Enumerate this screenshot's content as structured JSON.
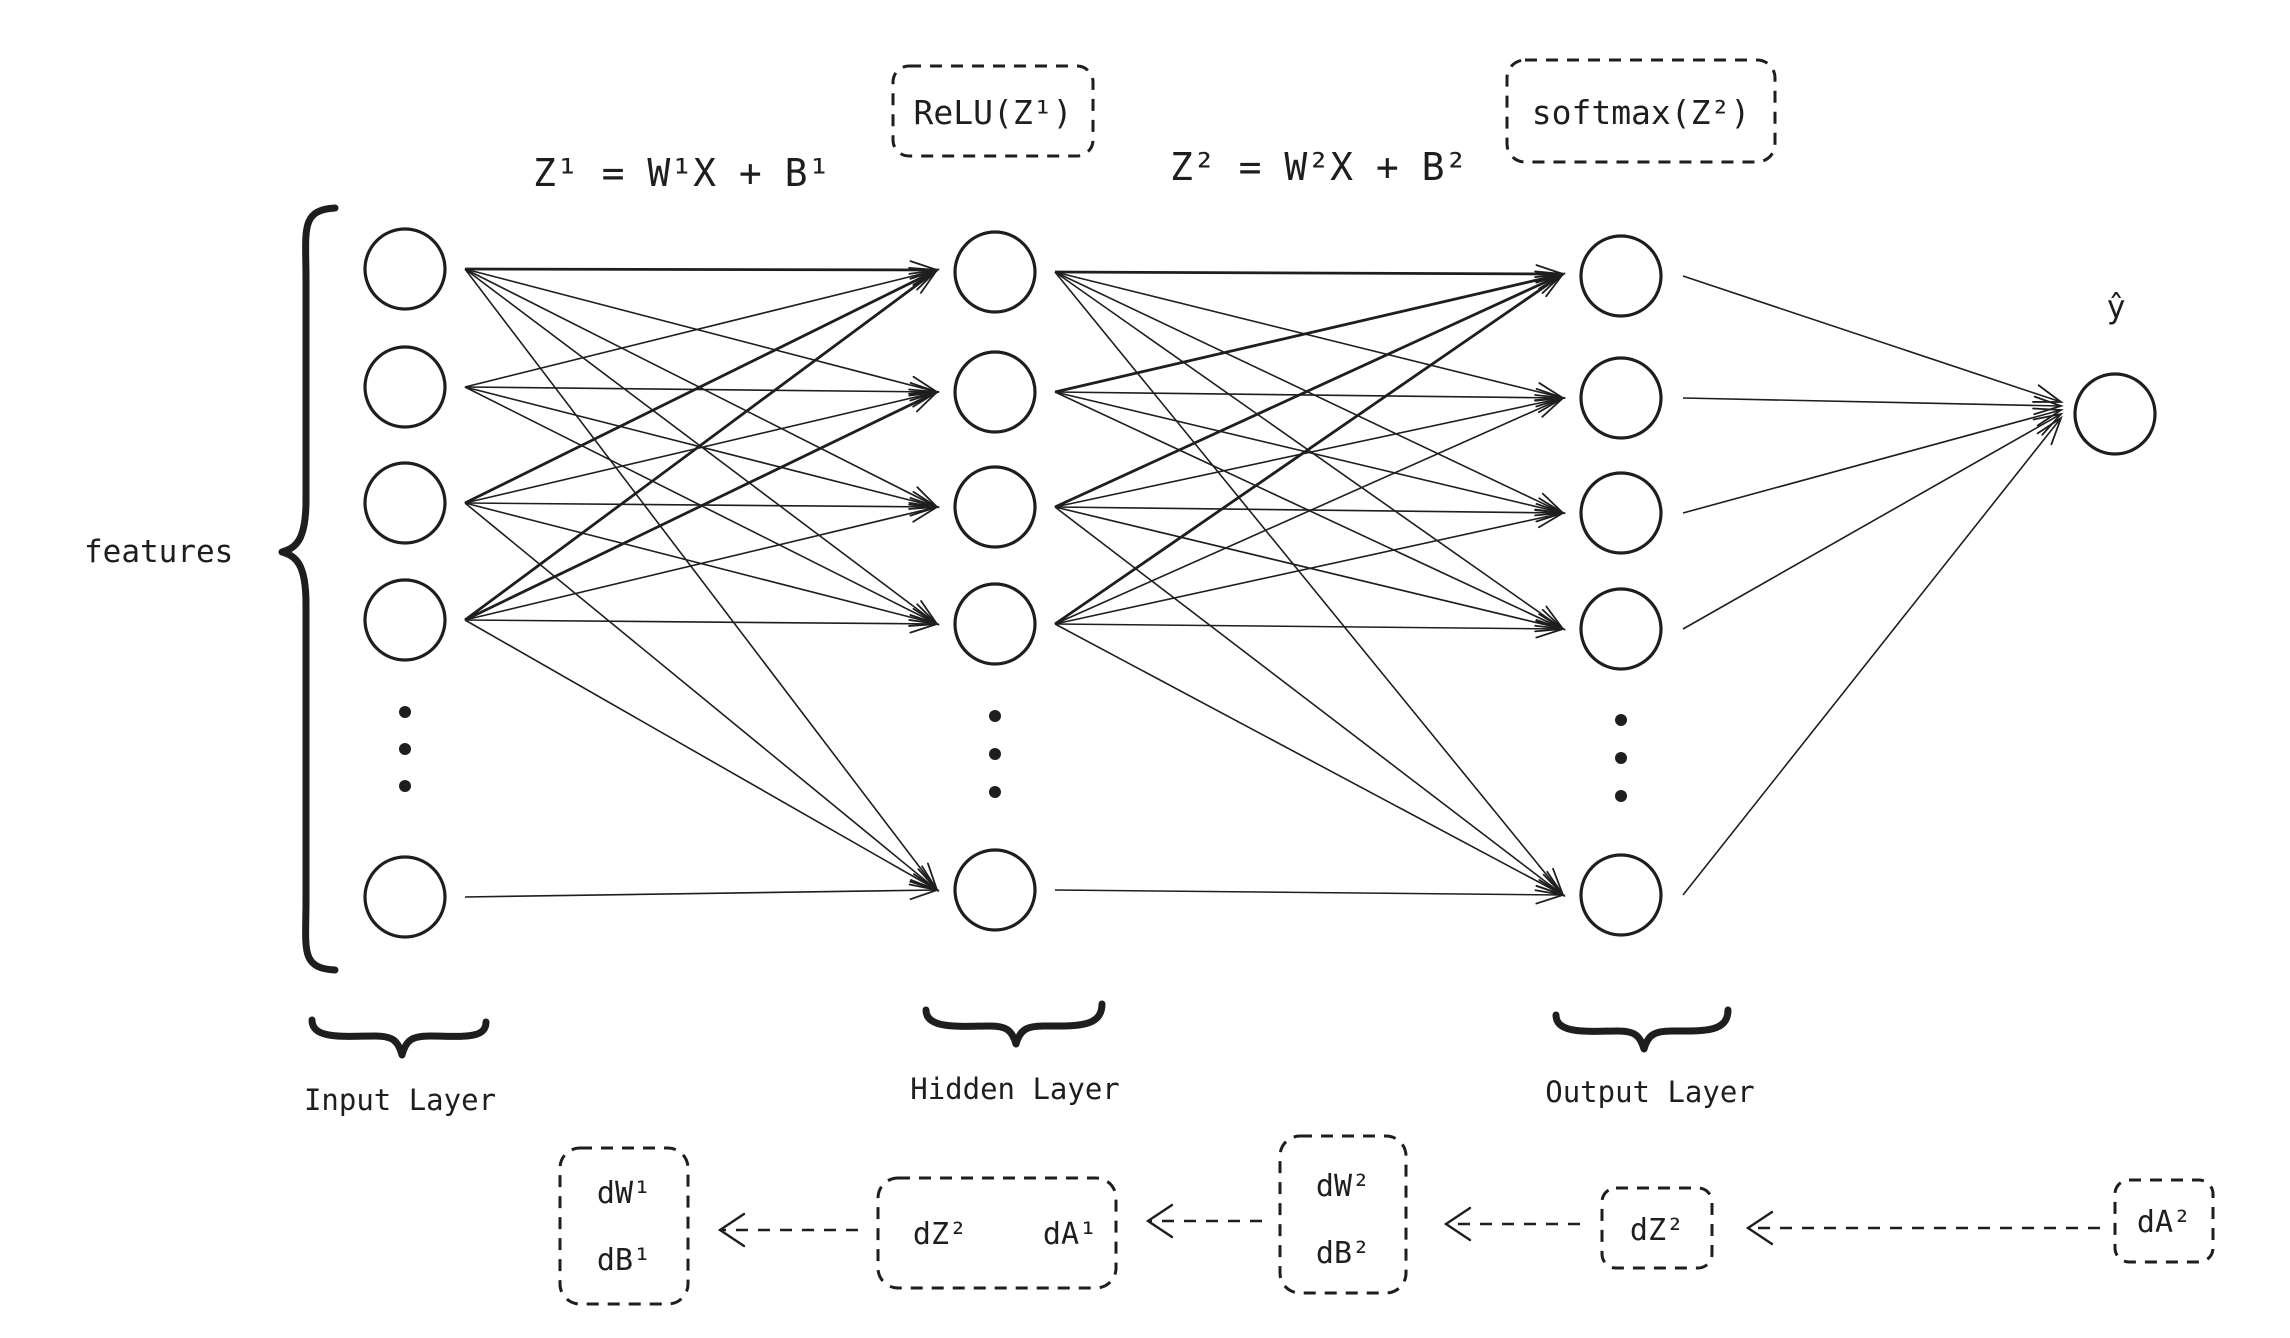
{
  "labels": {
    "features": "features",
    "eq1": "Z¹ = W¹X + B¹",
    "eq2": "Z² = W²X + B²",
    "relu": "ReLU(Z¹)",
    "softmax": "softmax(Z²)",
    "y_hat": "ŷ",
    "input_layer": "Input Layer",
    "hidden_layer": "Hidden Layer",
    "output_layer": "Output Layer"
  },
  "backprop": {
    "dA2": "dA²",
    "dZ2": "dZ²",
    "dW2": "dW²",
    "dB2": "dB²",
    "dZ2_b": "dZ²",
    "dA1": "dA¹",
    "dW1": "dW¹",
    "dB1": "dB¹"
  },
  "colors": {
    "ink": "#1e1e1e",
    "background": "#ffffff"
  }
}
